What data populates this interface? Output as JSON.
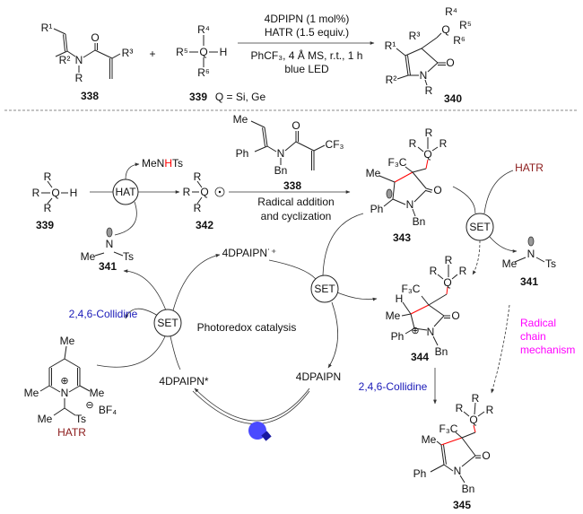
{
  "atoms": {
    "R": "R",
    "Q": "Q",
    "H": "H",
    "N": "N",
    "O": "O",
    "Me": "Me",
    "Ph": "Ph",
    "Bn": "Bn",
    "Ts": "Ts",
    "r1": "R¹",
    "r2": "R²",
    "r3": "R³",
    "r4": "R⁴",
    "r5": "R⁵",
    "r6": "R⁶",
    "F3C": "F₃C",
    "CF3": "CF₃",
    "BF4": "BF₄",
    "plus_charge": "⊕",
    "minus_charge": "⊖"
  },
  "top": {
    "plus": "+",
    "q_def": "Q = Si, Ge",
    "conditions": {
      "catalyst": "4DPIPN (1 mol%)",
      "reagent": "HATR (1.5 equiv.)",
      "solvent": "PhCF₃, 4 Å MS, r.t., 1 h",
      "light": "blue LED"
    }
  },
  "labels": {
    "c338": "338",
    "c339": "339",
    "c340": "340",
    "c341": "341",
    "c342": "342",
    "c343": "343",
    "c344": "344",
    "c345": "345"
  },
  "mechanism": {
    "hat": "HAT",
    "set": "SET",
    "menhts": {
      "pre": "MeN",
      "h": "H",
      "post": "Ts"
    },
    "radical_addition": "Radical addition",
    "cyclization": "and cyclization",
    "hatr": "HATR",
    "collidine": "2,4,6-Collidine",
    "photoredox": "Photoredox catalysis",
    "pc_radical_cation": "4DPAIPN˙⁺",
    "pc_excited": "4DPAIPN*",
    "pc_ground": "4DPAIPN",
    "radical_chain": [
      "Radical",
      "chain",
      "mechanism"
    ]
  },
  "colors": {
    "hatr": "#8b1a1a",
    "collidine": "#1a1ab8",
    "radical_chain": "#ff00ff",
    "new_bond": "#ff0000",
    "light": "#4a4aff"
  }
}
